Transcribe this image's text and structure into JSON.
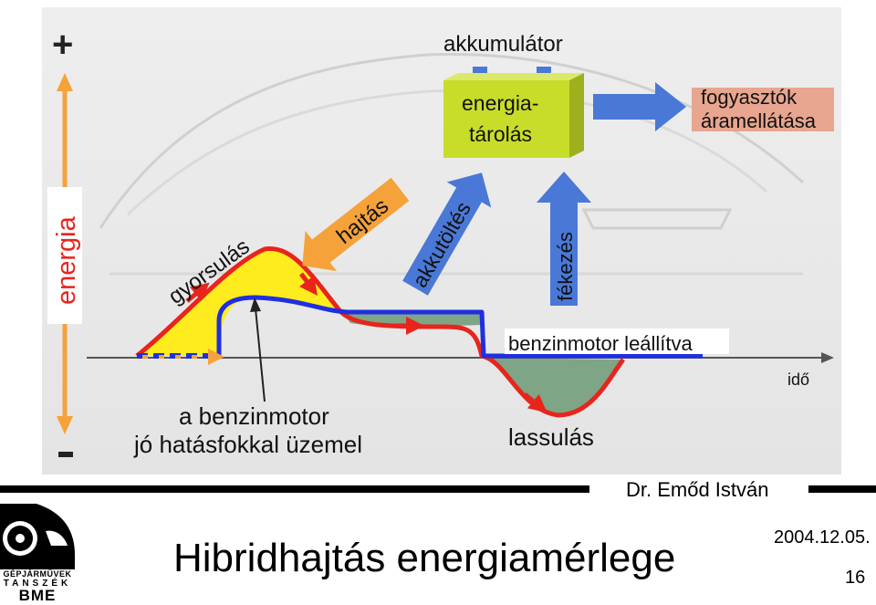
{
  "diagram": {
    "labels": {
      "plus": "+",
      "minus": "-",
      "energy": "energia",
      "battery_title": "akkumulátor",
      "battery_line1": "energia-",
      "battery_line2": "tárolás",
      "consumers_line1": "fogyasztók",
      "consumers_line2": "áramellátása",
      "drive": "hajtás",
      "charge": "akkutöltés",
      "braking": "fékezés",
      "acceleration": "gyorsulás",
      "engine_off": "benzinmotor leállítva",
      "time": "idő",
      "engine_eff_line1": "a benzinmotor",
      "engine_eff_line2": "jó hatásfokkal üzemel",
      "deceleration": "lassulás"
    },
    "colors": {
      "red": "#e8241c",
      "blue": "#1f2fe0",
      "yellow": "#ffec1e",
      "green": "#7ea585",
      "battery": "#c7dd2a",
      "arrow_blue": "#4a78d6",
      "arrow_orange": "#f5a23a",
      "consumer_bg": "#e8a58f"
    }
  },
  "footer": {
    "author": "Dr. Emőd István",
    "date": "2004.12.05.",
    "page": "16",
    "title": "Hibridhajtás energiamérlege",
    "logo_line1": "GÉPJÁRMŰVEK",
    "logo_line2": "TANSZÉK",
    "logo_line3": "BME"
  }
}
